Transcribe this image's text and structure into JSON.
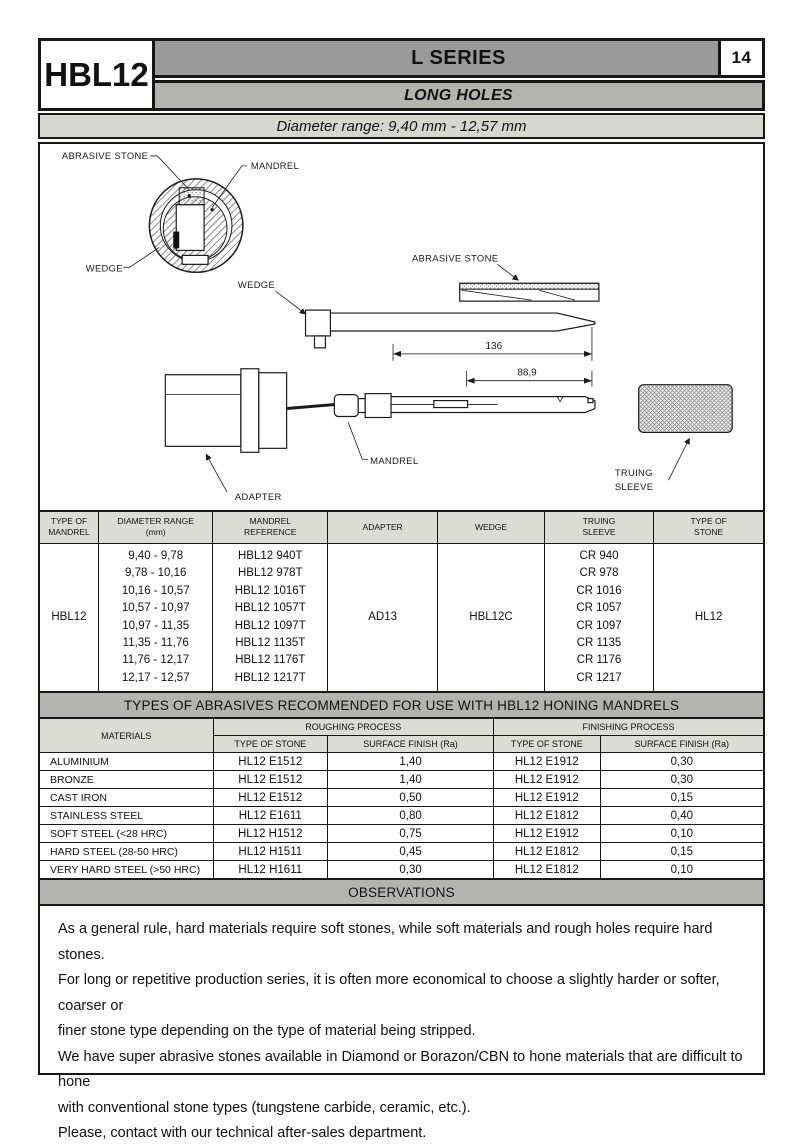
{
  "header": {
    "model": "HBL12",
    "series_title": "L SERIES",
    "page_number": "14",
    "subtitle": "LONG HOLES",
    "diameter_range": "Diameter range: 9,40 mm - 12,57 mm"
  },
  "diagram": {
    "labels": {
      "abrasive_stone_top": "ABRASIVE STONE",
      "mandrel_top": "MANDREL",
      "wedge_top": "WEDGE",
      "wedge_side": "WEDGE",
      "abrasive_stone_side": "ABRASIVE STONE",
      "mandrel_side": "MANDREL",
      "adapter": "ADAPTER",
      "truing_line1": "TRUING",
      "truing_line2": "SLEEVE"
    },
    "dimensions": {
      "length_total": "136",
      "length_partial": "88,9"
    }
  },
  "mandrel_table": {
    "headers": [
      "TYPE OF\nMANDREL",
      "DIAMETER RANGE\n(mm)",
      "MANDREL\nREFERENCE",
      "ADAPTER",
      "WEDGE",
      "TRUING\nSLEEVE",
      "TYPE OF\nSTONE"
    ],
    "type_of_mandrel": "HBL12",
    "diameter_ranges": [
      "9,40 - 9,78",
      "9,78 - 10,16",
      "10,16 - 10,57",
      "10,57 - 10,97",
      "10,97 - 11,35",
      "11,35 - 11,76",
      "11,76 - 12,17",
      "12,17 - 12,57"
    ],
    "mandrel_references": [
      "HBL12 940T",
      "HBL12 978T",
      "HBL12 1016T",
      "HBL12 1057T",
      "HBL12 1097T",
      "HBL12 1135T",
      "HBL12 1176T",
      "HBL12 1217T"
    ],
    "adapter": "AD13",
    "wedge": "HBL12C",
    "truing_sleeves": [
      "CR 940",
      "CR 978",
      "CR 1016",
      "CR 1057",
      "CR 1097",
      "CR 1135",
      "CR 1176",
      "CR 1217"
    ],
    "type_of_stone": "HL12"
  },
  "abrasives": {
    "section_title": "TYPES OF ABRASIVES RECOMMENDED FOR USE WITH HBL12 HONING MANDRELS",
    "headers": {
      "materials": "MATERIALS",
      "roughing": "ROUGHING PROCESS",
      "finishing": "FINISHING PROCESS",
      "type_of_stone": "TYPE OF STONE",
      "surface_finish": "SURFACE FINISH (Ra)"
    },
    "rows": [
      {
        "material": "ALUMINIUM",
        "rough_stone": "HL12 E1512",
        "rough_ra": "1,40",
        "finish_stone": "HL12 E1912",
        "finish_ra": "0,30"
      },
      {
        "material": "BRONZE",
        "rough_stone": "HL12 E1512",
        "rough_ra": "1,40",
        "finish_stone": "HL12 E1912",
        "finish_ra": "0,30"
      },
      {
        "material": "CAST IRON",
        "rough_stone": "HL12 E1512",
        "rough_ra": "0,50",
        "finish_stone": "HL12 E1912",
        "finish_ra": "0,15"
      },
      {
        "material": "STAINLESS STEEL",
        "rough_stone": "HL12 E1611",
        "rough_ra": "0,80",
        "finish_stone": "HL12 E1812",
        "finish_ra": "0,40"
      },
      {
        "material": "SOFT STEEL (<28 HRC)",
        "rough_stone": "HL12 H1512",
        "rough_ra": "0,75",
        "finish_stone": "HL12 E1912",
        "finish_ra": "0,10"
      },
      {
        "material": "HARD STEEL (28-50 HRC)",
        "rough_stone": "HL12 H1511",
        "rough_ra": "0,45",
        "finish_stone": "HL12 E1812",
        "finish_ra": "0,15"
      },
      {
        "material": "VERY HARD STEEL (>50 HRC)",
        "rough_stone": "HL12 H1611",
        "rough_ra": "0,30",
        "finish_stone": "HL12 E1812",
        "finish_ra": "0,10"
      }
    ]
  },
  "observations": {
    "title": "OBSERVATIONS",
    "lines": [
      "As a general rule, hard materials require soft stones, while soft materials and rough holes require hard stones.",
      "For long or repetitive production series, it is often more economical to choose a slightly harder or softer, coarser or",
      "finer stone type depending on the type of material being stripped.",
      "We have super abrasive stones available in Diamond or Borazon/CBN to hone materials that are difficult to hone",
      "with conventional stone types (tungstene carbide, ceramic, etc.).",
      "Please, contact with our technical after-sales department."
    ]
  },
  "colors": {
    "border": "#161616",
    "bar_dark": "#9a9a9a",
    "bar_mid": "#b3b3af",
    "bar_light": "#d7d7d2",
    "thead": "#dcdcd7"
  }
}
